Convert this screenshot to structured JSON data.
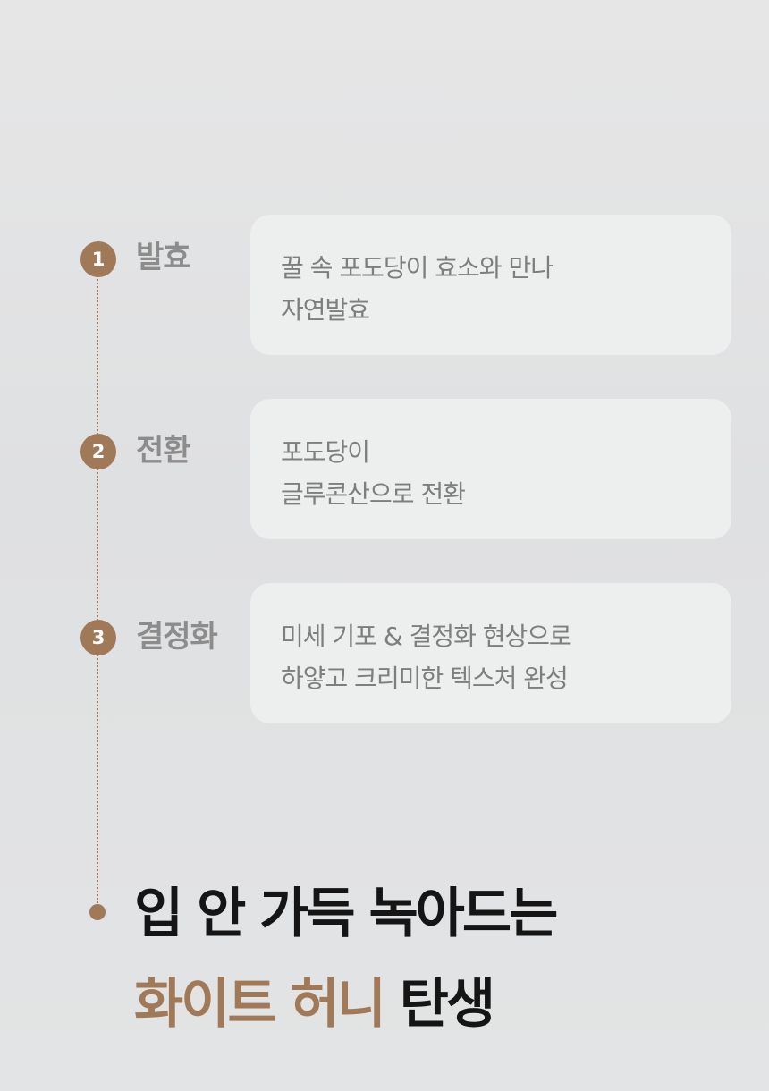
{
  "steps": [
    {
      "number": "1",
      "title": "발효",
      "line1": "꿀 속 포도당이 효소와 만나",
      "line2": "자연발효"
    },
    {
      "number": "2",
      "title": "전환",
      "line1": "포도당이",
      "line2": "글루콘산으로 전환"
    },
    {
      "number": "3",
      "title": "결정화",
      "line1": "미세 기포 & 결정화 현상으로",
      "line2": "하얗고 크리미한 텍스처 완성"
    }
  ],
  "headline": {
    "line1": "입 안 가득 녹아드는",
    "accent": "화이트 허니",
    "suffix": " 탄생"
  },
  "colors": {
    "accent": "#a07a58",
    "card": "#edeeee",
    "background": "#e2e3e4",
    "step_title": "#8c8c8c",
    "card_text": "#7e7e7e",
    "headline": "#151515"
  }
}
